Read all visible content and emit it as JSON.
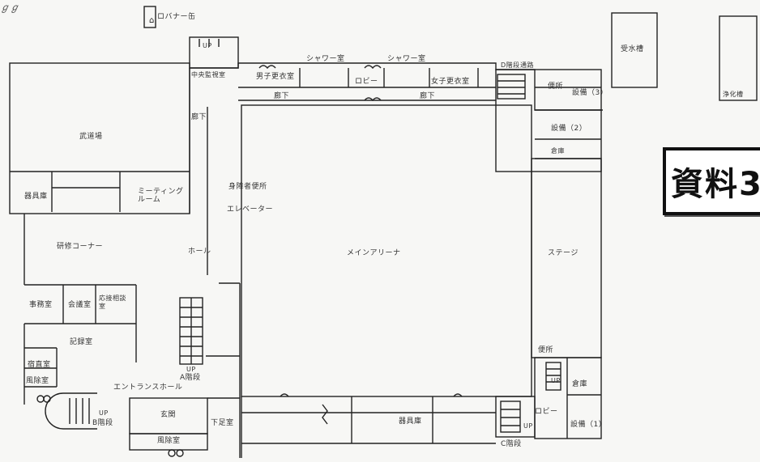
{
  "badge": "資料3",
  "corner_mark": "ℊℊ",
  "labels": {
    "lapanner": "ロバナー缶",
    "stair_unit_top": "UP",
    "changing_room_center": "中央監視室",
    "mens_changing": "男子更衣室",
    "shower_left": "シャワー室",
    "shower_right": "シャワー室",
    "lobby_top": "ロビー",
    "womens_changing": "女子更衣室",
    "d_stairs": "D階段",
    "d_stairs_note": "通路",
    "corridor_left": "廊下",
    "corridor_right": "廊下",
    "toilet_top": "便所",
    "equipment_3": "設備（3）",
    "equipment_2": "設備（2）",
    "warehouse": "倉庫",
    "water_tank": "受水槽",
    "purification": "浄化槽",
    "martial_arts": "武道場",
    "corridor_west": "廊下",
    "tool_room_left": "器具庫",
    "meeting_room": "ミーティングルーム",
    "disabled_toilet": "身障者便所",
    "elevator": "エレベーター",
    "training_corner": "研修コーナー",
    "hall": "ホール",
    "main_arena": "メインアリーナ",
    "stage": "ステージ",
    "office": "事務室",
    "conference": "会議室",
    "reception": "応接相談室",
    "record_room": "記録室",
    "night_duty": "宿直室",
    "wind_room_left": "風除室",
    "up_a": "UP",
    "a_stairs": "A階段",
    "entrance_hall": "エントランスホール",
    "up_b": "UP",
    "b_stairs": "B階段",
    "front_door": "玄関",
    "shoe_room": "下足室",
    "wind_room_bottom": "風除室",
    "tool_room_bottom": "器具庫",
    "up_c": "UP",
    "lobby_bottom": "ロビー",
    "c_stairs": "C階段",
    "toilet_bottom": "便所",
    "up_right": "UP",
    "storage": "倉庫",
    "equipment_1": "設備（1）"
  }
}
